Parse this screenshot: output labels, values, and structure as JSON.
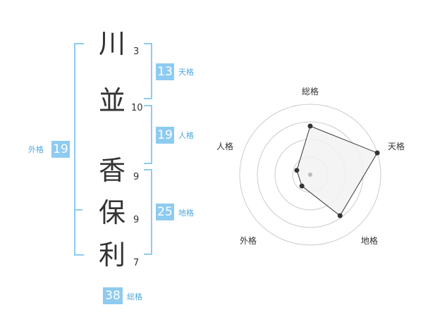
{
  "name": {
    "chars": [
      {
        "char": "川",
        "strokes": "3"
      },
      {
        "char": "並",
        "strokes": "10"
      },
      {
        "char": "香",
        "strokes": "9"
      },
      {
        "char": "保",
        "strokes": "9"
      },
      {
        "char": "利",
        "strokes": "7"
      }
    ]
  },
  "scores": {
    "tenkaku": {
      "value": "13",
      "label": "天格"
    },
    "jinkaku": {
      "value": "19",
      "label": "人格"
    },
    "chikaku": {
      "value": "25",
      "label": "地格"
    },
    "gaikaku": {
      "value": "19",
      "label": "外格"
    },
    "soukaku": {
      "value": "38",
      "label": "総格"
    }
  },
  "chart_data": {
    "type": "radar",
    "axes": [
      "総格",
      "天格",
      "地格",
      "外格",
      "人格"
    ],
    "values": [
      0.69,
      1.0,
      0.72,
      0.2,
      0.2
    ],
    "rings": 4,
    "colors": {
      "fill": "#f2f2f2",
      "line": "#333333",
      "grid": "#cccccc",
      "center": "#bbbbbb"
    }
  }
}
